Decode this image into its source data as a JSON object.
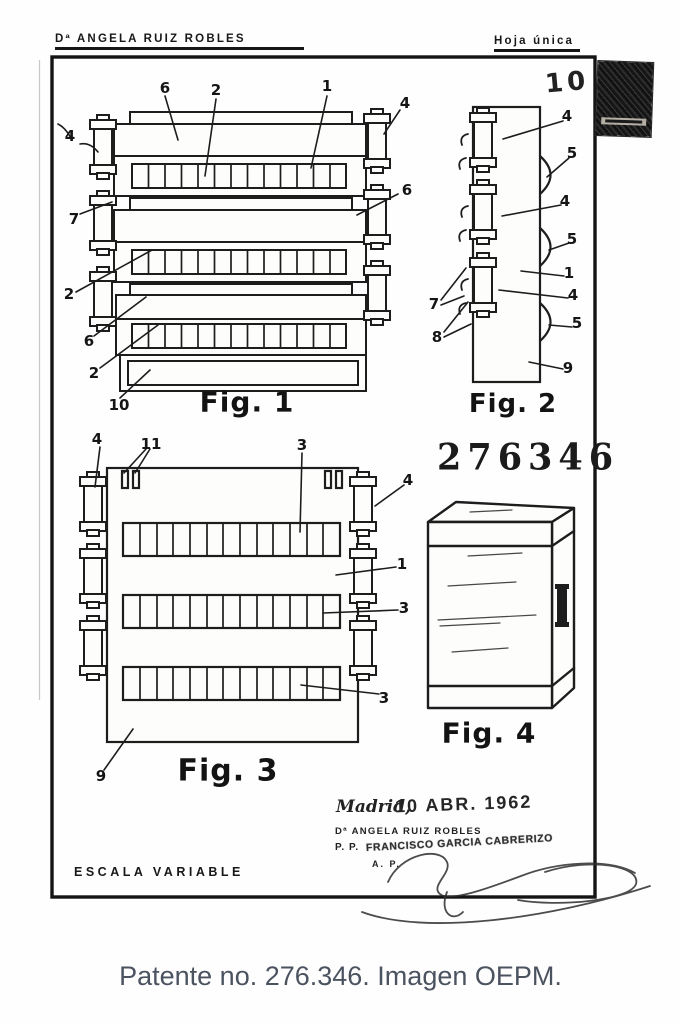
{
  "page": {
    "caption": "Patente no. 276.346. Imagen OEPM."
  },
  "header": {
    "author": "Dª ANGELA RUIZ ROBLES",
    "sheet_note": "Hoja única",
    "received_note": "10 A"
  },
  "stamp_number": "276346",
  "figures": {
    "fig1": {
      "caption": "Fig. 1",
      "refs": [
        "6",
        "2",
        "1",
        "4",
        "4",
        "7",
        "6",
        "2",
        "6",
        "2",
        "10"
      ]
    },
    "fig2": {
      "caption": "Fig. 2",
      "refs": [
        "4",
        "5",
        "4",
        "5",
        "1",
        "4",
        "5",
        "7",
        "8",
        "9"
      ]
    },
    "fig3": {
      "caption": "Fig. 3",
      "refs": [
        "4",
        "11",
        "3",
        "4",
        "1",
        "3",
        "3",
        "9"
      ]
    },
    "fig4": {
      "caption": "Fig. 4"
    }
  },
  "footer": {
    "place": "Madrid,",
    "date": "10 ABR. 1962",
    "author": "Dª ANGELA RUIZ ROBLES",
    "pp": "P. P.",
    "agent": "FRANCISCO GARCIA CABRERIZO",
    "initials": "A. P.",
    "scale_note": "ESCALA VARIABLE"
  }
}
